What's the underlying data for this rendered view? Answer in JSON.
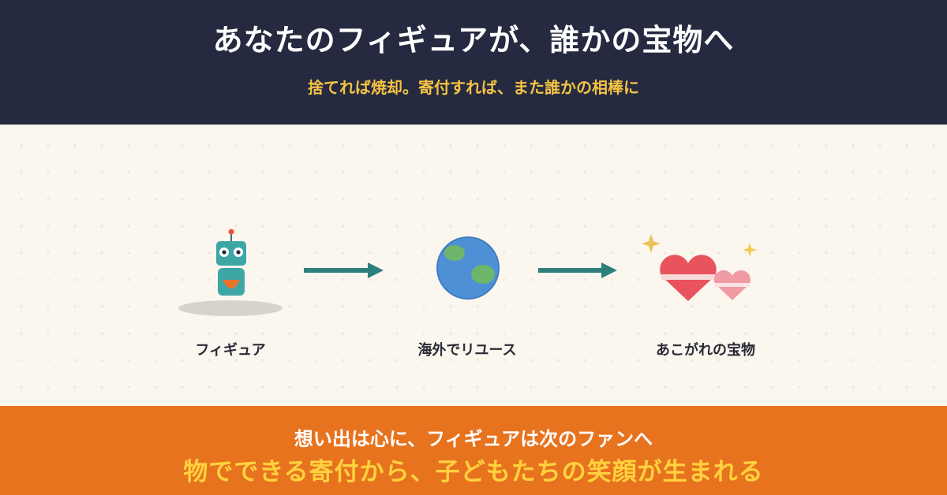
{
  "header": {
    "title": "あなたのフィギュアが、誰かの宝物へ",
    "subtitle": "捨てれば焼却。寄付すれば、また誰かの相棒に"
  },
  "flow": {
    "steps": [
      {
        "label": "フィギュア",
        "icon": "robot-figure-icon"
      },
      {
        "label": "海外でリユース",
        "icon": "globe-icon"
      },
      {
        "label": "あこがれの宝物",
        "icon": "hearts-sparkle-icon"
      }
    ],
    "arrow_icon": "right-arrow-icon"
  },
  "footer": {
    "line1": "想い出は心に、フィギュアは次のファンへ",
    "line2": "物でできる寄付から、子どもたちの笑顔が生まれる"
  },
  "colors": {
    "header_bg": "#252a40",
    "accent_yellow": "#f6c343",
    "footer_bg": "#e7731f",
    "arrow": "#2f7f7f"
  }
}
